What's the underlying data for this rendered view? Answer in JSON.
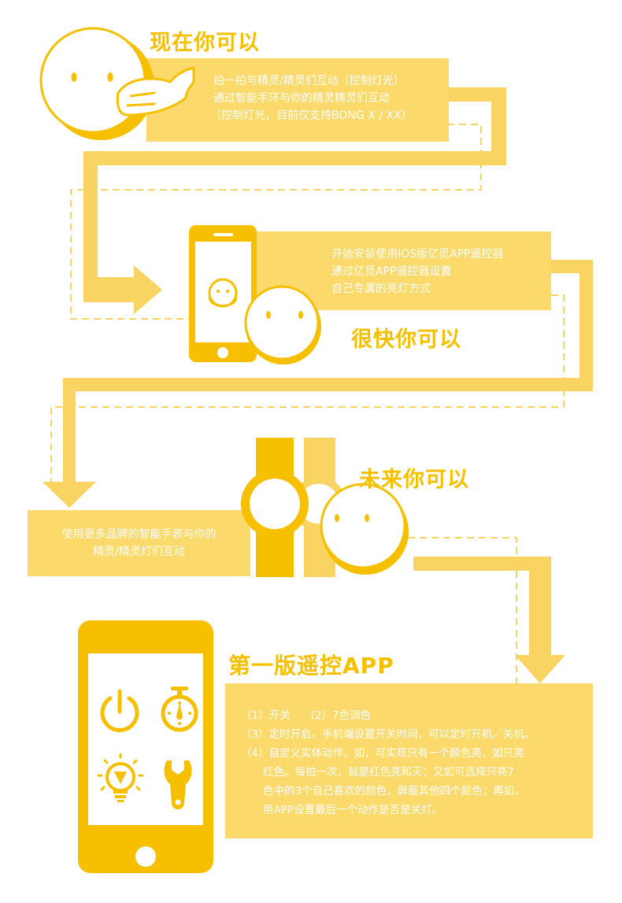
{
  "sections": [
    {
      "title": "现在你可以",
      "lines": [
        "拍一拍与精灵/精灵们互动（控制灯光）",
        "通过智能手环与你的精灵精灵们互动",
        "（控制灯光，目前仅支持BONG X / XX）"
      ]
    },
    {
      "title": "很快你可以",
      "lines": [
        "开始安装使用IOS版亿觅APP遥控器",
        "通过亿觅APP遥控器设置",
        "自己专属的亮灯方式"
      ]
    },
    {
      "title": "未来你可以",
      "lines": [
        "使用更多品牌的智能手表与你的",
        "精灵/精灵灯们互动"
      ]
    }
  ],
  "app": {
    "title": "第一版遥控APP",
    "features": [
      "（1）开关　 （2）7色调色",
      "（3）定时开启。手机端设置开关时间，可以定时开机／关机。",
      "（4）自定义实体动作。如，可实现只有一个颜色亮，如只亮"
    ],
    "feature4_continued": [
      "红色。每拍一次，就是红色亮和灭；又如可选择只亮7",
      "色中的3个自己喜欢的颜色，屏蔽其他四个颜色；再如，",
      "用APP设置最后一个动作是否是关灯。"
    ],
    "icons": [
      "power-icon",
      "stopwatch-icon",
      "lightbulb-icon",
      "wrench-icon"
    ]
  },
  "colors": {
    "accent": "#f6c000",
    "light": "#fad463",
    "panel": "#fbd96b",
    "white": "#ffffff",
    "line": "#f8d468"
  }
}
